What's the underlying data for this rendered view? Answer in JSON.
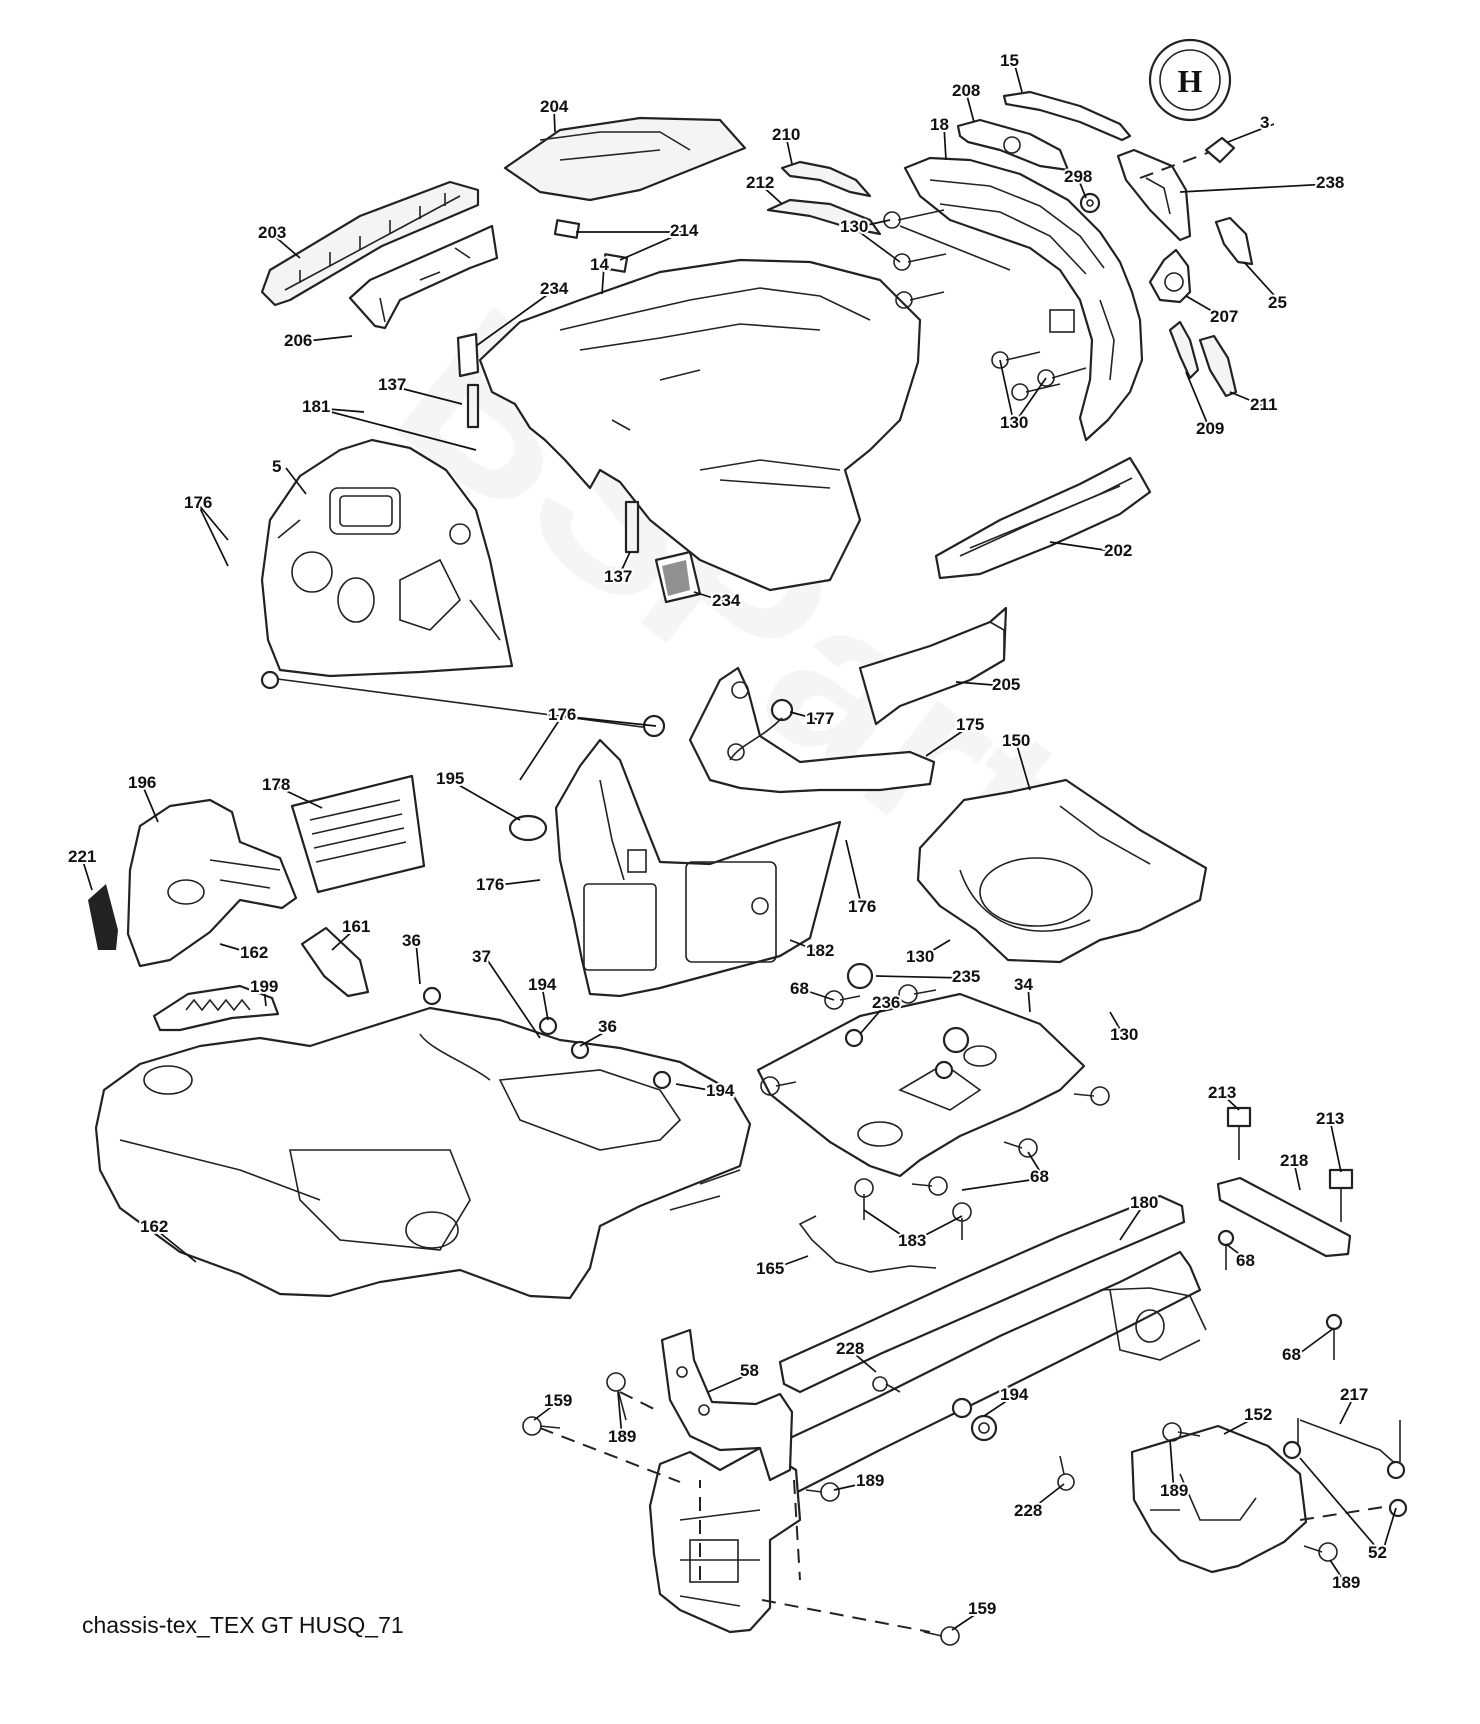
{
  "diagram": {
    "caption": "chassis-tex_TEX GT HUSQ_71",
    "brand_emblem_letter": "H",
    "callouts": [
      {
        "id": "c15",
        "label": "15"
      },
      {
        "id": "c204",
        "label": "204"
      },
      {
        "id": "c208",
        "label": "208"
      },
      {
        "id": "c3",
        "label": "3"
      },
      {
        "id": "c210",
        "label": "210"
      },
      {
        "id": "c18",
        "label": "18"
      },
      {
        "id": "c212",
        "label": "212"
      },
      {
        "id": "c298",
        "label": "298"
      },
      {
        "id": "c238",
        "label": "238"
      },
      {
        "id": "c203",
        "label": "203"
      },
      {
        "id": "c214",
        "label": "214"
      },
      {
        "id": "c130a",
        "label": "130"
      },
      {
        "id": "c14",
        "label": "14"
      },
      {
        "id": "c25",
        "label": "25"
      },
      {
        "id": "c207",
        "label": "207"
      },
      {
        "id": "c234a",
        "label": "234"
      },
      {
        "id": "c206",
        "label": "206"
      },
      {
        "id": "c137a",
        "label": "137"
      },
      {
        "id": "c181",
        "label": "181"
      },
      {
        "id": "c211",
        "label": "211"
      },
      {
        "id": "c130b",
        "label": "130"
      },
      {
        "id": "c209",
        "label": "209"
      },
      {
        "id": "c5",
        "label": "5"
      },
      {
        "id": "c176a",
        "label": "176"
      },
      {
        "id": "c202",
        "label": "202"
      },
      {
        "id": "c137b",
        "label": "137"
      },
      {
        "id": "c234b",
        "label": "234"
      },
      {
        "id": "c205",
        "label": "205"
      },
      {
        "id": "c176b",
        "label": "176"
      },
      {
        "id": "c177",
        "label": "177"
      },
      {
        "id": "c175",
        "label": "175"
      },
      {
        "id": "c150",
        "label": "150"
      },
      {
        "id": "c196",
        "label": "196"
      },
      {
        "id": "c178",
        "label": "178"
      },
      {
        "id": "c195",
        "label": "195"
      },
      {
        "id": "c221",
        "label": "221"
      },
      {
        "id": "c176c",
        "label": "176"
      },
      {
        "id": "c176d",
        "label": "176"
      },
      {
        "id": "c162a",
        "label": "162"
      },
      {
        "id": "c161",
        "label": "161"
      },
      {
        "id": "c36a",
        "label": "36"
      },
      {
        "id": "c182",
        "label": "182"
      },
      {
        "id": "c130c",
        "label": "130"
      },
      {
        "id": "c37",
        "label": "37"
      },
      {
        "id": "c194a",
        "label": "194"
      },
      {
        "id": "c235",
        "label": "235"
      },
      {
        "id": "c199",
        "label": "199"
      },
      {
        "id": "c68a",
        "label": "68"
      },
      {
        "id": "c236",
        "label": "236"
      },
      {
        "id": "c34",
        "label": "34"
      },
      {
        "id": "c36b",
        "label": "36"
      },
      {
        "id": "c130d",
        "label": "130"
      },
      {
        "id": "c194b",
        "label": "194"
      },
      {
        "id": "c213a",
        "label": "213"
      },
      {
        "id": "c213b",
        "label": "213"
      },
      {
        "id": "c218",
        "label": "218"
      },
      {
        "id": "c68b",
        "label": "68"
      },
      {
        "id": "c180",
        "label": "180"
      },
      {
        "id": "c162b",
        "label": "162"
      },
      {
        "id": "c183",
        "label": "183"
      },
      {
        "id": "c68c",
        "label": "68"
      },
      {
        "id": "c165",
        "label": "165"
      },
      {
        "id": "c68d",
        "label": "68"
      },
      {
        "id": "c228a",
        "label": "228"
      },
      {
        "id": "c58",
        "label": "58"
      },
      {
        "id": "c194c",
        "label": "194"
      },
      {
        "id": "c217",
        "label": "217"
      },
      {
        "id": "c159a",
        "label": "159"
      },
      {
        "id": "c152",
        "label": "152"
      },
      {
        "id": "c189a",
        "label": "189"
      },
      {
        "id": "c189b",
        "label": "189"
      },
      {
        "id": "c189c",
        "label": "189"
      },
      {
        "id": "c228b",
        "label": "228"
      },
      {
        "id": "c52",
        "label": "52"
      },
      {
        "id": "c189d",
        "label": "189"
      },
      {
        "id": "c159b",
        "label": "159"
      }
    ]
  }
}
